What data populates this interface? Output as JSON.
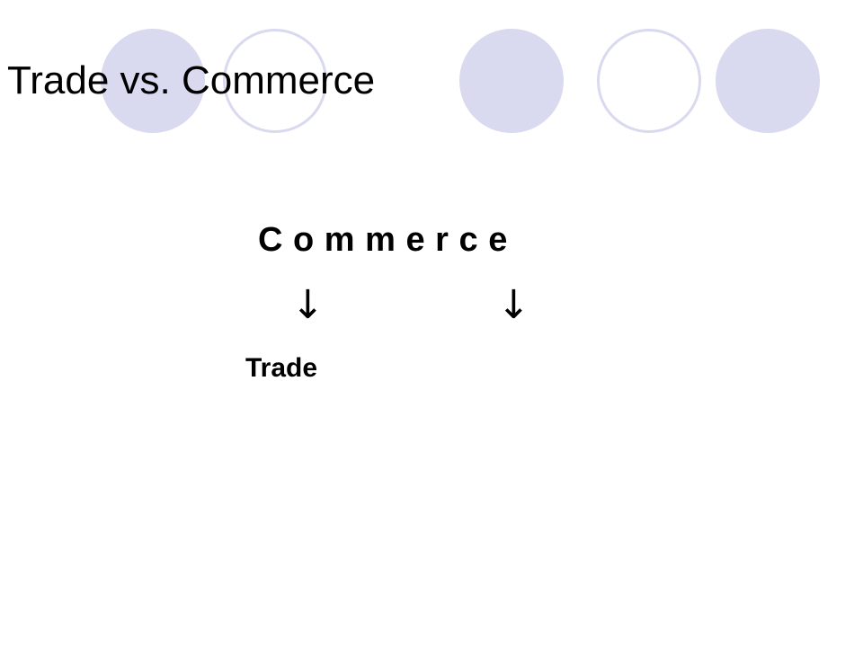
{
  "slide": {
    "title": "Trade vs. Commerce",
    "commerce_word": "C o m m e r c e",
    "arrow_left": "↓",
    "arrow_right": "↓",
    "trade_label": "Trade"
  },
  "decoration": {
    "circle_fill_color": "#d9d9ef",
    "circles": [
      {
        "style": "filled"
      },
      {
        "style": "outline"
      },
      {
        "style": "filled"
      },
      {
        "style": "outline"
      },
      {
        "style": "filled"
      }
    ]
  }
}
